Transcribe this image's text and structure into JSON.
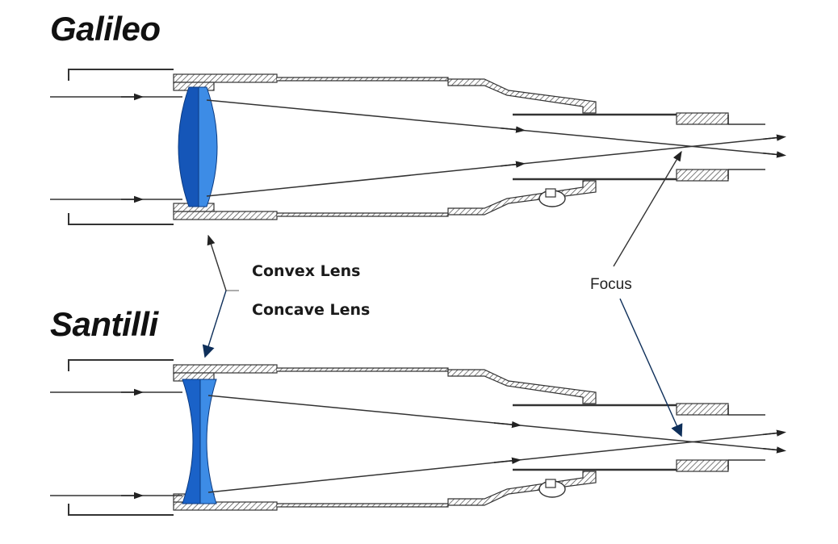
{
  "titles": {
    "galileo": "Galileo",
    "santilli": "Santilli"
  },
  "labels": {
    "convex_lens": "Convex Lens",
    "concave_lens": "Concave Lens",
    "focus": "Focus"
  },
  "colors": {
    "lens_fill": "#2f7fe0",
    "lens_dark": "#1556b8",
    "line": "#333333",
    "pointer": "#0e2f5a"
  }
}
